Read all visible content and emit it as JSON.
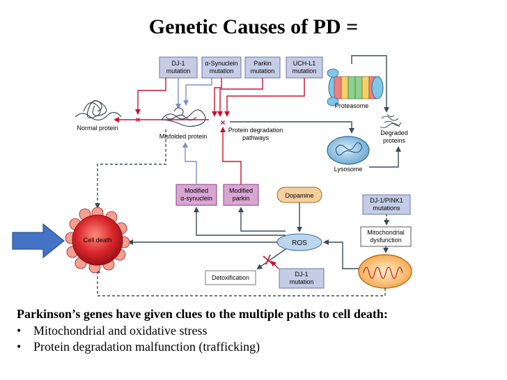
{
  "title": "Genetic Causes of PD =",
  "mutations": {
    "dj1": [
      "DJ-1",
      "mutation"
    ],
    "asyn": [
      "α-Synuclein",
      "mutation"
    ],
    "parkin": [
      "Parkin",
      "mutation"
    ],
    "uchl1": [
      "UCH-L1",
      "mutation"
    ]
  },
  "labels": {
    "normal_protein": "Normal protein",
    "misfolded_protein": "Misfolded protein",
    "pathways": [
      "Protein degradation",
      "pathways"
    ],
    "proteasome": "Proteasome",
    "degraded": [
      "Degraded",
      "proteins"
    ],
    "lysosome": "Lysosome",
    "modified_asyn": [
      "Modified",
      "α-synuclein"
    ],
    "modified_parkin": [
      "Modified",
      "parkin"
    ],
    "dopamine": "Dopamine",
    "dj1_pink1": [
      "DJ-1/PINK1",
      "mutations"
    ],
    "mito_dysfunction": [
      "Mitochondrial",
      "dysfunction"
    ],
    "ros": "ROS",
    "cell_death": "Cell death",
    "detoxification": "Detoxification",
    "dj1_mutation_bottom": [
      "DJ-1",
      "mutation"
    ]
  },
  "caption": {
    "heading": "Parkinson’s genes have given clues to the multiple paths to cell death:",
    "bullets": [
      "Mitochondrial and oxidative stress",
      "Protein degradation malfunction (trafficking)"
    ]
  },
  "colors": {
    "mutation_fill": "#c5cde6",
    "mutation_border": "#6a74a8",
    "modified_fill": "#d9a5d3",
    "modified_border": "#8a3f82",
    "inhibit_red": "#c8102e",
    "promote_blue": "#7e8fc4",
    "arrow_dark": "#3b4a59",
    "ros_fill": "#bcd5ef",
    "dopamine_fill": "#f6cf9d",
    "cell_red": "#d8262b",
    "big_arrow": "#4472c4"
  }
}
